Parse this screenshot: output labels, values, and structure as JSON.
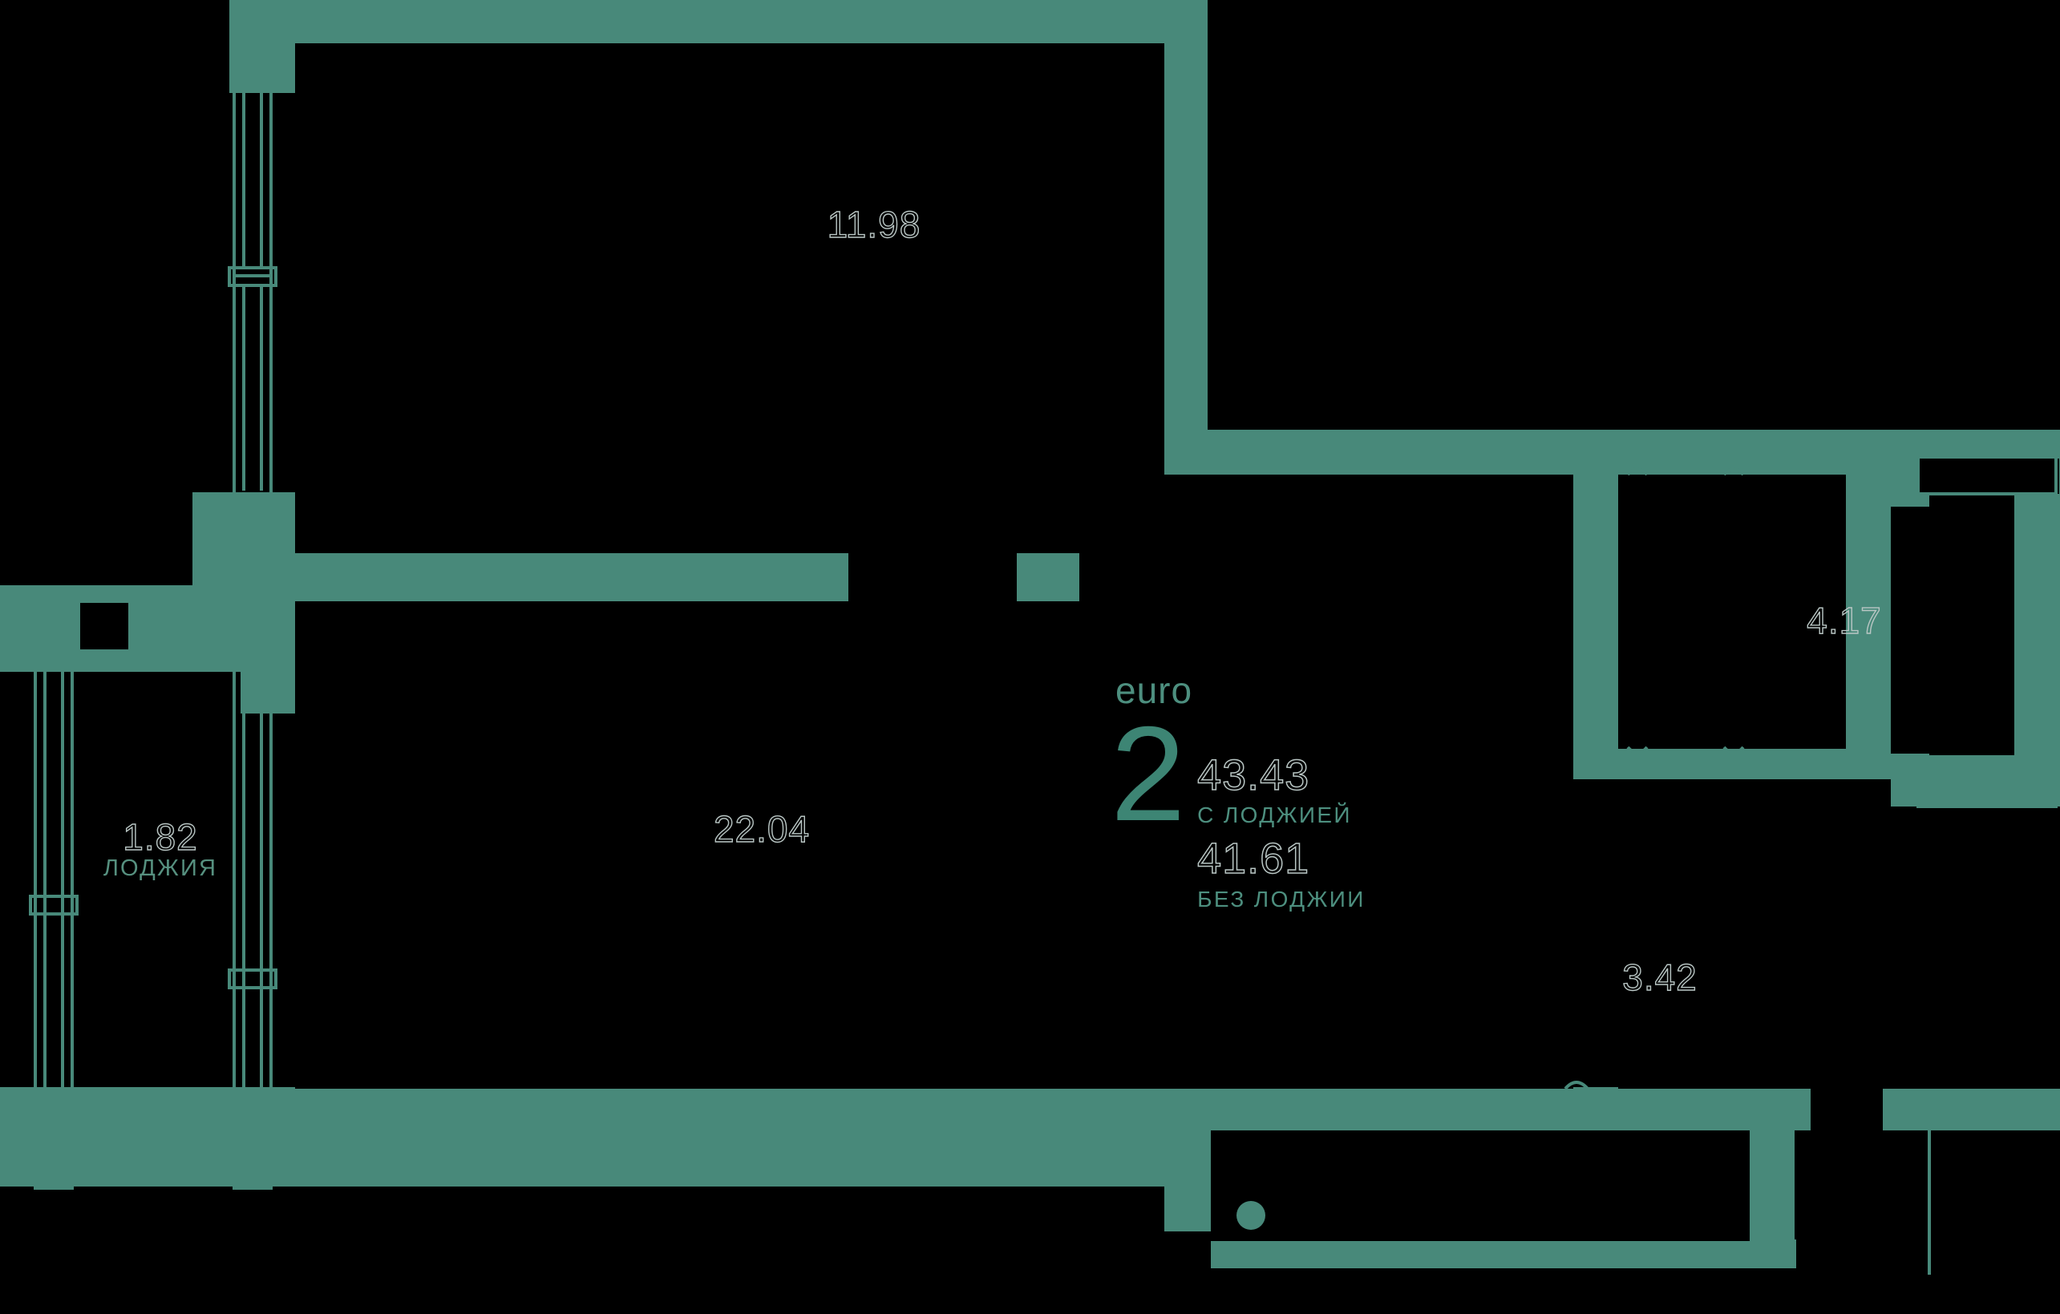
{
  "plan": {
    "wall_color": "#48897a",
    "background": "#000000",
    "area_text_color": "#b9c6c4",
    "accent_color": "#3d8574"
  },
  "summary": {
    "euro_label": "euro",
    "rooms_count": "2",
    "area_with_loggia": "43.43",
    "caption_with_loggia": "С ЛОДЖИЕЙ",
    "area_without_loggia": "41.61",
    "caption_without_loggia": "БЕЗ ЛОДЖИИ"
  },
  "rooms": [
    {
      "id": "bedroom",
      "area": "11.98",
      "name": ""
    },
    {
      "id": "living-kitchen",
      "area": "22.04",
      "name": ""
    },
    {
      "id": "bathroom",
      "area": "4.17",
      "name": ""
    },
    {
      "id": "hall",
      "area": "3.42",
      "name": ""
    },
    {
      "id": "loggia",
      "area": "1.82",
      "name": "ЛОДЖИЯ"
    }
  ]
}
